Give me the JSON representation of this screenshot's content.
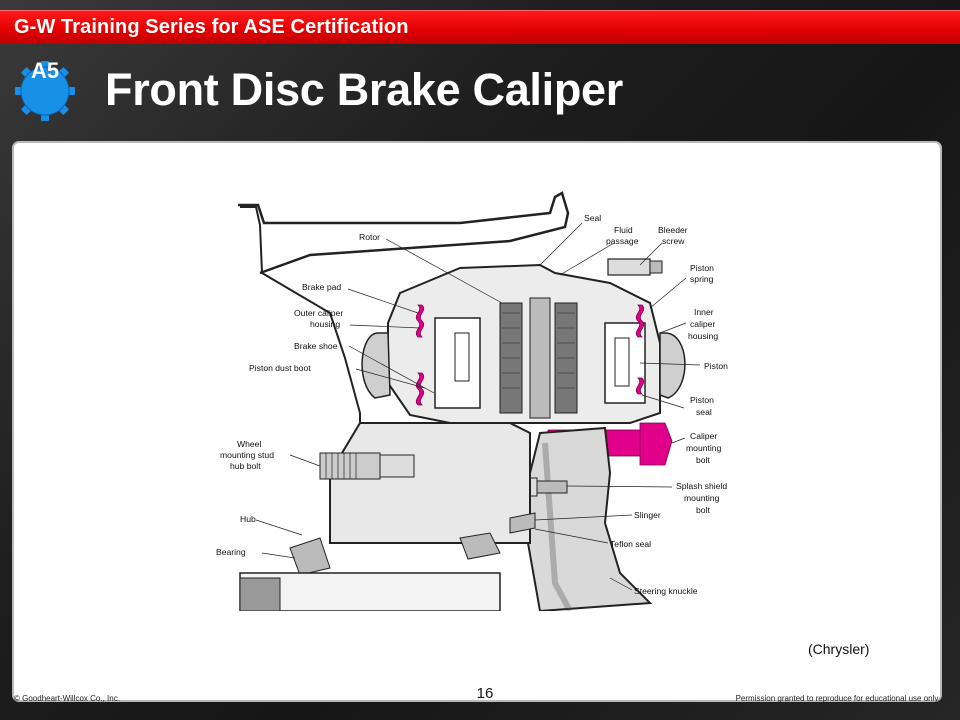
{
  "header": {
    "series_title": "G-W Training Series for ASE Certification",
    "badge": "A5",
    "slide_title": "Front Disc Brake Caliper"
  },
  "figure": {
    "labels_left": {
      "rotor": "Rotor",
      "brake_pad": "Brake pad",
      "outer_caliper_housing_1": "Outer caliper",
      "outer_caliper_housing_2": "housing",
      "brake_shoe": "Brake shoe",
      "piston_dust_boot": "Piston dust boot",
      "wheel_stud_1": "Wheel",
      "wheel_stud_2": "mounting stud",
      "wheel_stud_3": "hub bolt",
      "hub": "Hub",
      "bearing": "Bearing"
    },
    "labels_right": {
      "seal": "Seal",
      "fluid_passage_1": "Fluid",
      "fluid_passage_2": "passage",
      "bleeder_screw_1": "Bleeder",
      "bleeder_screw_2": "screw",
      "piston_spring_1": "Piston",
      "piston_spring_2": "spring",
      "inner_caliper_1": "Inner",
      "inner_caliper_2": "caliper",
      "inner_caliper_3": "housing",
      "piston": "Piston",
      "piston_seal_1": "Piston",
      "piston_seal_2": "seal",
      "caliper_bolt_1": "Caliper",
      "caliper_bolt_2": "mounting",
      "caliper_bolt_3": "bolt",
      "splash_1": "Splash shield",
      "splash_2": "mounting",
      "splash_3": "bolt",
      "slinger": "Slinger",
      "teflon_seal": "Teflon seal",
      "steering_knuckle": "Steering knuckle"
    },
    "highlight_color": "#e0008a"
  },
  "credit": "(Chrysler)",
  "footer": {
    "page_number": "16",
    "copyright": "© Goodheart-Willcox Co., Inc.",
    "permission": "Permission granted to reproduce for educational use only."
  }
}
